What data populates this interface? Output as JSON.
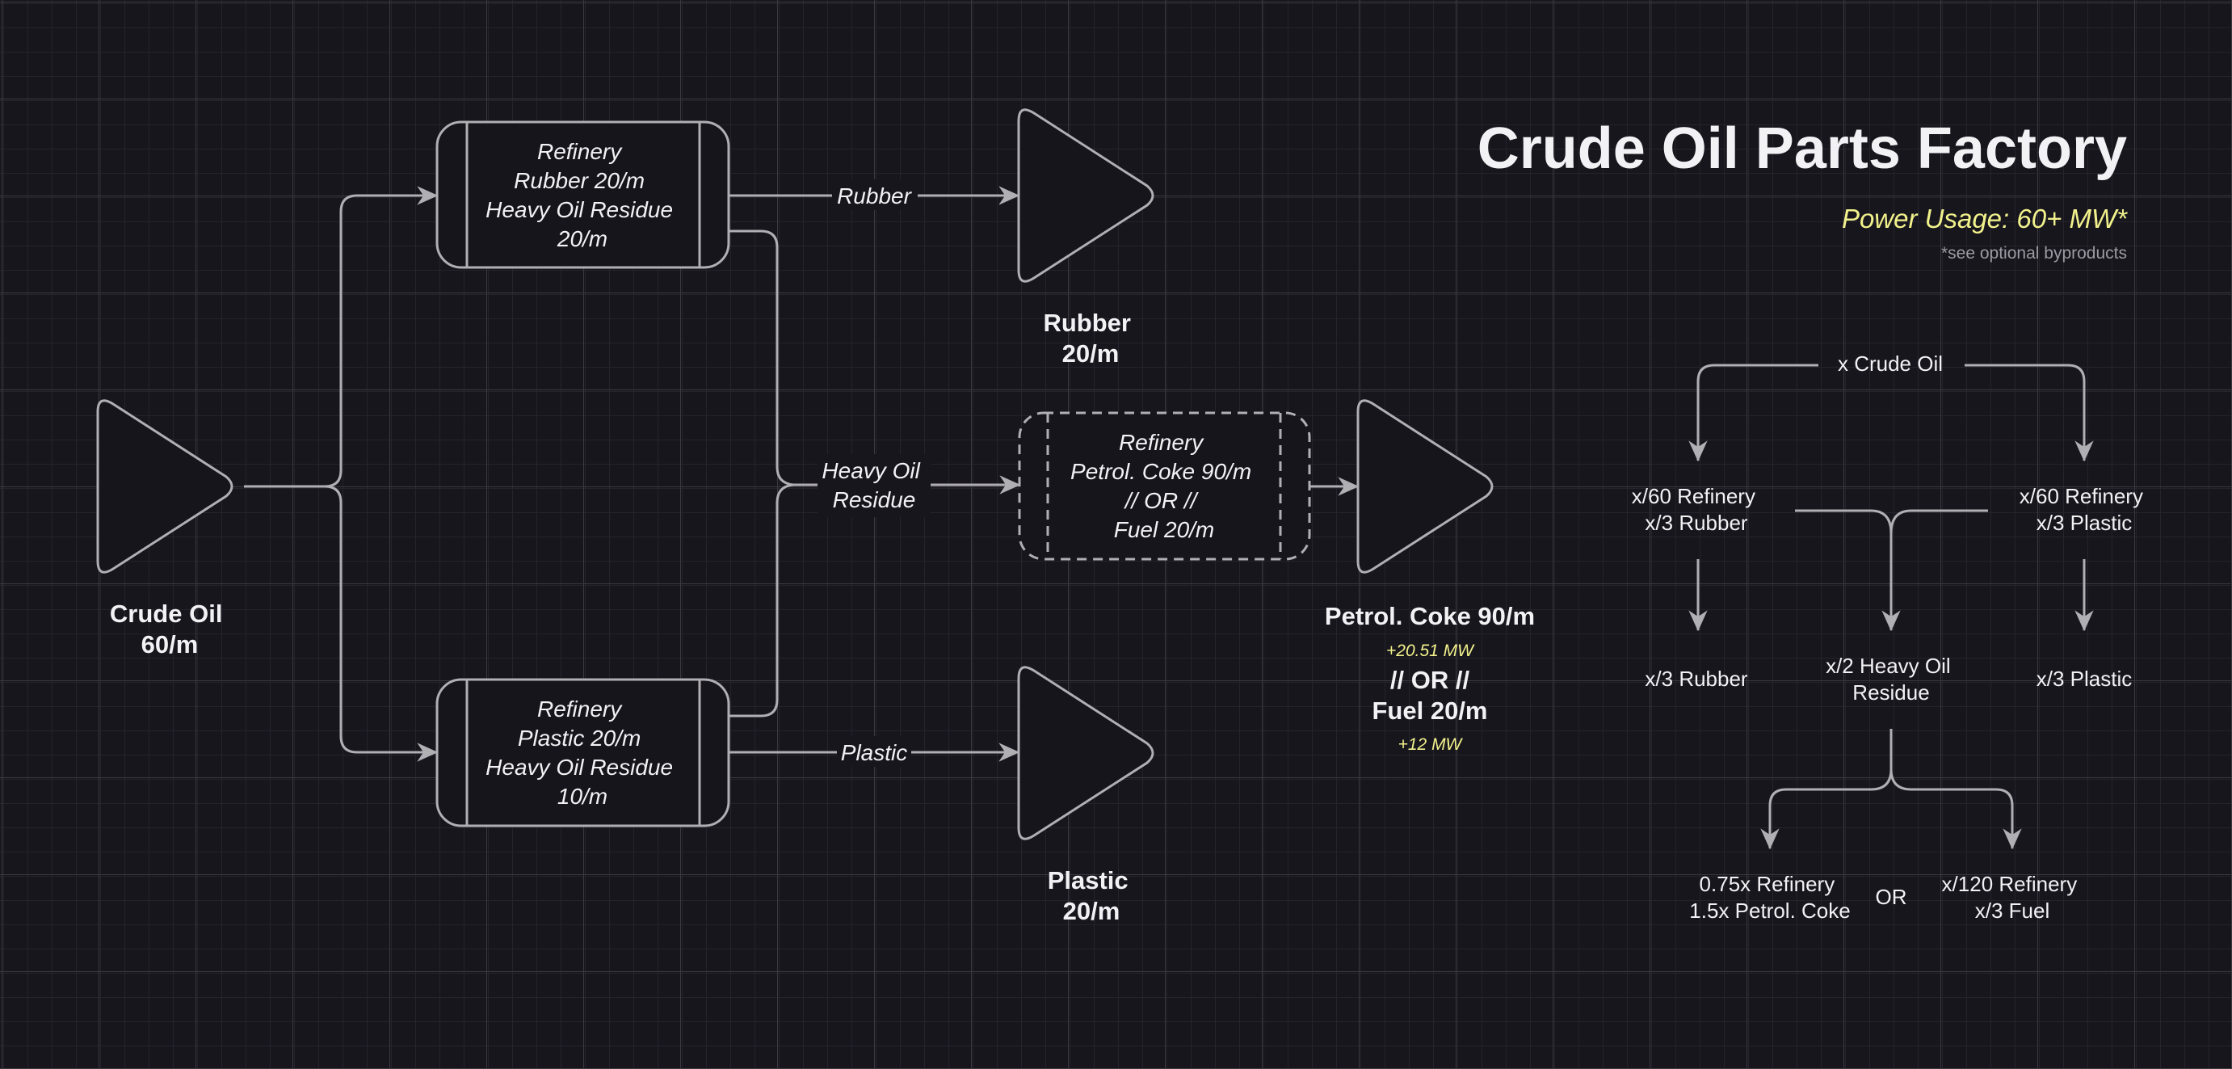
{
  "title": "Crude Oil Parts Factory",
  "power_usage": "Power Usage: 60+ MW*",
  "footnote": "*see optional byproducts",
  "colors": {
    "background": "#18161d",
    "stroke": "#b0afb3",
    "text": "#f2f1f4",
    "power": "#f2f28c",
    "muted": "#9c9aa2"
  },
  "nodes": {
    "crude_oil": {
      "label": [
        "Crude Oil",
        "60/m"
      ]
    },
    "refinery_rubber": {
      "lines": [
        "Refinery",
        "Rubber 20/m",
        "Heavy Oil Residue",
        "20/m"
      ]
    },
    "refinery_plastic": {
      "lines": [
        "Refinery",
        "Plastic 20/m",
        "Heavy Oil Residue",
        "10/m"
      ]
    },
    "refinery_optional": {
      "lines": [
        "Refinery",
        "Petrol. Coke 90/m",
        "// OR //",
        "Fuel 20/m"
      ]
    },
    "rubber_out": {
      "label": [
        "Rubber",
        "20/m"
      ]
    },
    "plastic_out": {
      "label": [
        "Plastic",
        "20/m"
      ]
    },
    "petrol_out": {
      "label_1": "Petrol. Coke 90/m",
      "power_1": "+20.51 MW",
      "or": "// OR //",
      "label_2": "Fuel 20/m",
      "power_2": "+12 MW"
    }
  },
  "edges": {
    "rubber": "Rubber",
    "plastic": "Plastic",
    "heavy_oil": [
      "Heavy Oil",
      "Residue"
    ]
  },
  "ratio_diagram": {
    "input": "x Crude Oil",
    "left_refinery": [
      "x/60 Refinery",
      "x/3 Rubber"
    ],
    "right_refinery": [
      "x/60 Refinery",
      "x/3 Plastic"
    ],
    "left_output": "x/3 Rubber",
    "middle_output": [
      "x/2 Heavy Oil",
      "Residue"
    ],
    "right_output": "x/3 Plastic",
    "option_a": [
      "0.75x Refinery",
      "1.5x Petrol. Coke"
    ],
    "or": "OR",
    "option_b": [
      "x/120 Refinery",
      "x/3 Fuel"
    ]
  }
}
